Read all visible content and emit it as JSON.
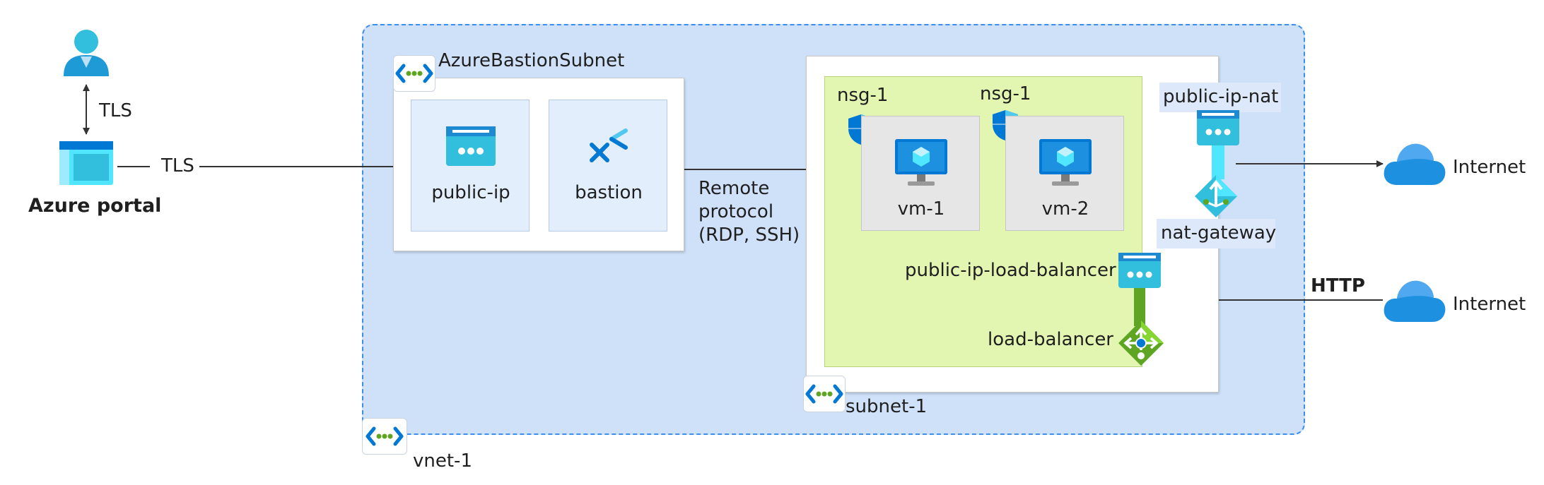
{
  "user": {
    "link_label": "TLS"
  },
  "portal": {
    "label": "Azure portal",
    "link_label": "TLS"
  },
  "bastion_subnet": {
    "label": "AzureBastionSubnet",
    "public_ip": "public-ip",
    "bastion": "bastion"
  },
  "remote": {
    "line1": "Remote",
    "line2": "protocol",
    "line3": "(RDP, SSH)"
  },
  "subnet": {
    "label": "subnet-1"
  },
  "vnet": {
    "label": "vnet-1"
  },
  "vms": [
    {
      "nsg": "nsg-1",
      "name": "vm-1"
    },
    {
      "nsg": "nsg-1",
      "name": "vm-2"
    }
  ],
  "nat": {
    "public_ip": "public-ip-nat",
    "gateway": "nat-gateway",
    "internet": "Internet"
  },
  "lb": {
    "public_ip": "public-ip-load-balancer",
    "name": "load-balancer",
    "http": "HTTP",
    "internet": "Internet"
  },
  "colors": {
    "vnet_fill": "#cfe1f9",
    "vnet_border": "#3b8eea",
    "subnet_fill": "#e2f5b1",
    "azure_blue": "#0078d4",
    "cyan": "#32bedd",
    "green": "#5ea524"
  }
}
